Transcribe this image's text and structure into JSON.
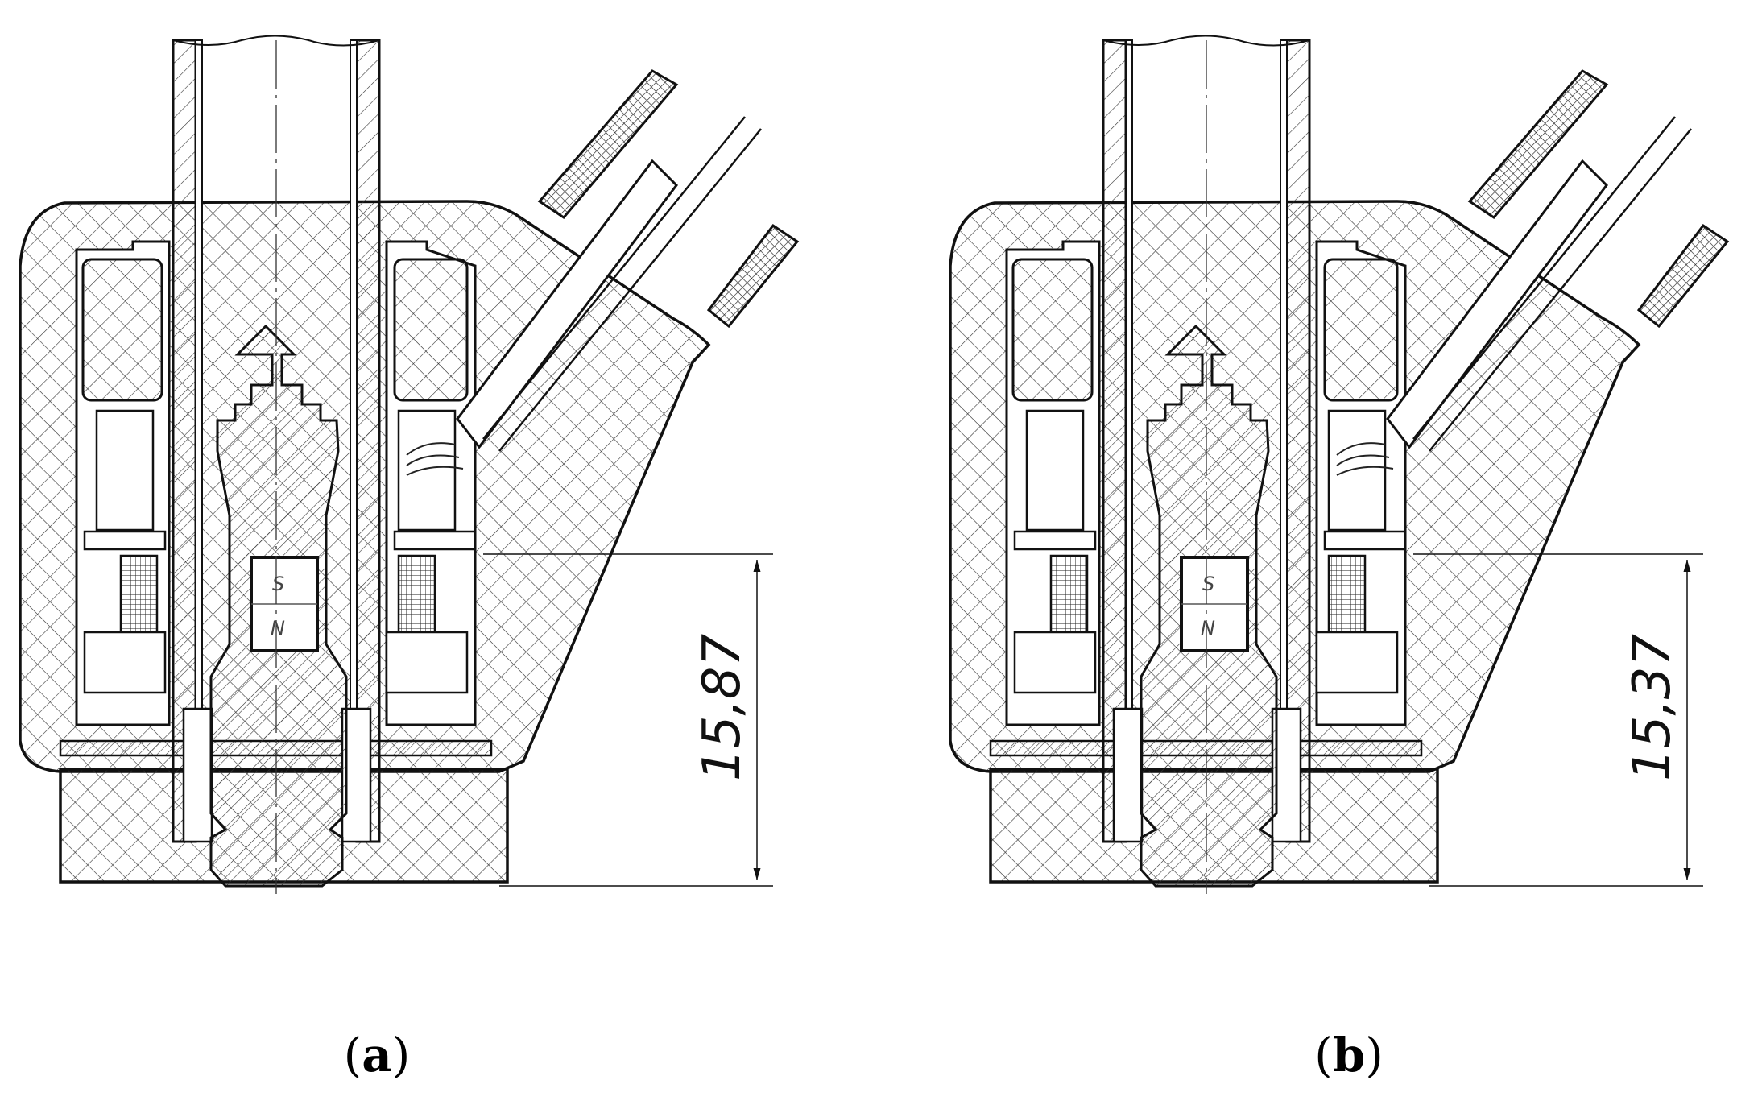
{
  "panels": [
    {
      "id": "a",
      "caption_open": "(",
      "caption_letter": "a",
      "caption_close": ")",
      "dimension": "15,87",
      "pole_top": "S",
      "pole_bottom": "N"
    },
    {
      "id": "b",
      "caption_open": "(",
      "caption_letter": "b",
      "caption_close": ")",
      "dimension": "15,37",
      "pole_top": "S",
      "pole_bottom": "N"
    }
  ],
  "colors": {
    "line": "#111111",
    "hatch": "#333333",
    "background": "#ffffff"
  }
}
